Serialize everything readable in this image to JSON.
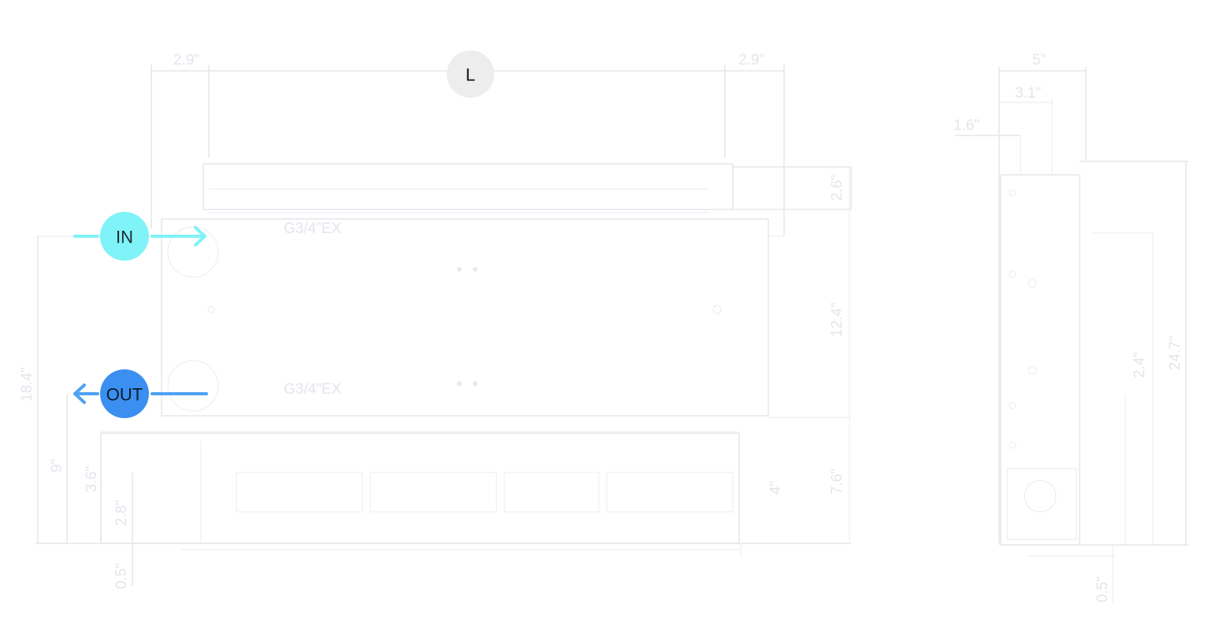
{
  "markers": {
    "length": {
      "label": "L",
      "fill": "#ededed",
      "text_color": "#111111"
    },
    "inlet": {
      "label": "IN",
      "fill": "#7ff3f7",
      "arrow_color": "#7ff3f7",
      "text_color": "#1b2a33"
    },
    "outlet": {
      "label": "OUT",
      "fill": "#3a8ff0",
      "arrow_color": "#4ea2f2",
      "text_color": "#0e1a2a"
    }
  },
  "dimensions": {
    "top_left": "2.9\"",
    "top_right": "2.9\"",
    "side_width": "5\"",
    "side_inner": "3.1\"",
    "side_small": "1.6\"",
    "right_2_6": "2.6\"",
    "right_12_4": "12.4\"",
    "right_7_6": "7.6\"",
    "left_18_4": "18.4\"",
    "left_9": "9\"",
    "left_3_6": "3.6\"",
    "left_2_8": "2.8\"",
    "bottom_0_5": "0.5\"",
    "side_24_7": "24.7\"",
    "side_2_4": "2.4\"",
    "side_bottom_0_5": "0.5\"",
    "mid_4": "4\"",
    "port_top": "G3/4\"EX",
    "port_bottom": "G3/4\"EX"
  }
}
